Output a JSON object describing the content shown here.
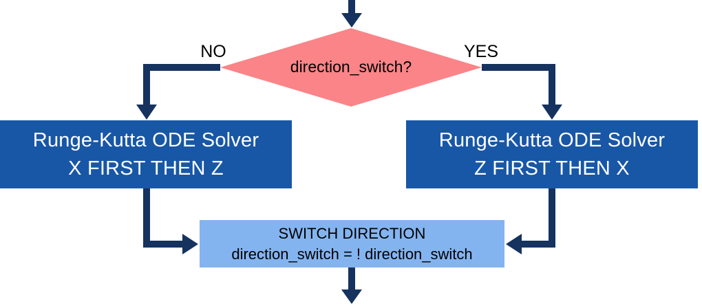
{
  "colors": {
    "arrow": "#16325F",
    "diamond_fill": "#FA8488",
    "solver_box_fill": "#1857A6",
    "switch_box_fill": "#84B4EF",
    "label_text": "#000000",
    "solver_box_text": "#FFFFFF",
    "page_bg": "#FFFFFF"
  },
  "diagram": {
    "decision": {
      "label": "direction_switch?"
    },
    "branch_no": {
      "label": "NO"
    },
    "branch_yes": {
      "label": "YES"
    },
    "solver_left": {
      "line1": "Runge-Kutta ODE Solver",
      "line2": "X FIRST THEN Z"
    },
    "solver_right": {
      "line1": "Runge-Kutta ODE Solver",
      "line2": "Z FIRST THEN X"
    },
    "switch_box": {
      "line1": "SWITCH DIRECTION",
      "line2": "direction_switch = ! direction_switch"
    }
  }
}
